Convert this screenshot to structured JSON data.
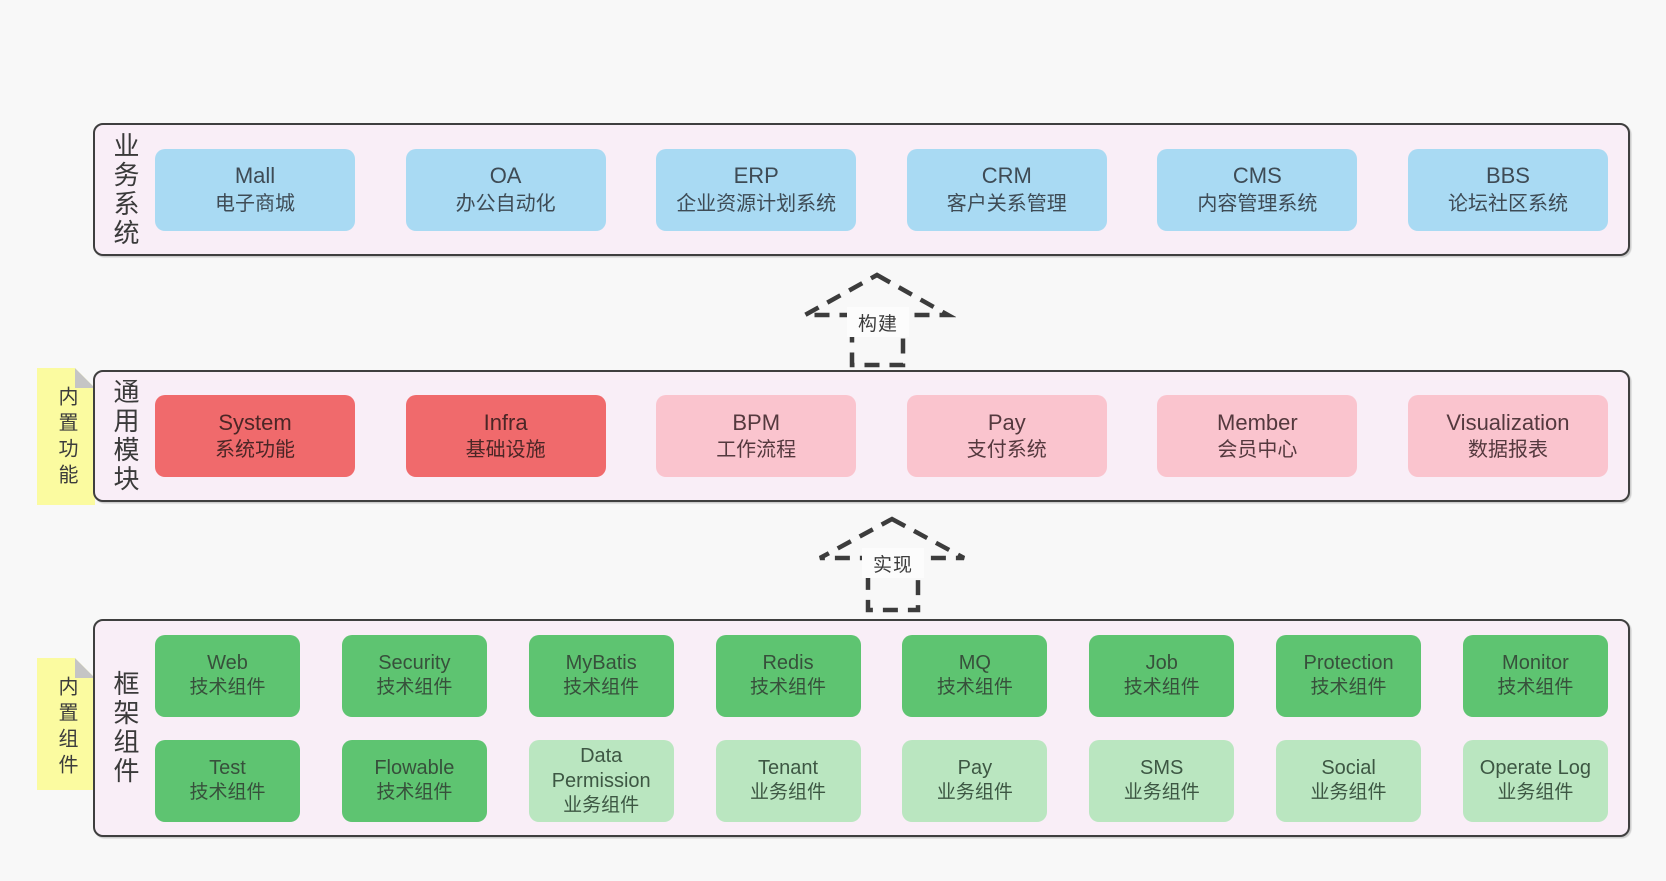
{
  "colors": {
    "page_bg": "#f8f8f8",
    "panel_bg": "#f9eef7",
    "panel_border": "#3f3f3f",
    "box_blue": "#a9daf3",
    "box_red": "#f06a6c",
    "box_pink": "#fac4ce",
    "box_green_dark": "#5ec471",
    "box_green_light": "#bae6c0",
    "tag_yellow": "#fbfba0",
    "fold_gray": "#c5c5c5",
    "arrow_stroke": "#3c3c3c"
  },
  "arrows": {
    "build": "构建",
    "implement": "实现"
  },
  "panels": {
    "business": {
      "label": "业务系统",
      "boxes": [
        {
          "name": "Mall",
          "desc": "电子商城"
        },
        {
          "name": "OA",
          "desc": "办公自动化"
        },
        {
          "name": "ERP",
          "desc": "企业资源计划系统"
        },
        {
          "name": "CRM",
          "desc": "客户关系管理"
        },
        {
          "name": "CMS",
          "desc": "内容管理系统"
        },
        {
          "name": "BBS",
          "desc": "论坛社区系统"
        }
      ]
    },
    "modules": {
      "label": "通用模块",
      "tag": "内置功能",
      "boxes": [
        {
          "name": "System",
          "desc": "系统功能"
        },
        {
          "name": "Infra",
          "desc": "基础设施"
        },
        {
          "name": "BPM",
          "desc": "工作流程"
        },
        {
          "name": "Pay",
          "desc": "支付系统"
        },
        {
          "name": "Member",
          "desc": "会员中心"
        },
        {
          "name": "Visualization",
          "desc": "数据报表"
        }
      ]
    },
    "components": {
      "label": "框架组件",
      "tag": "内置组件",
      "row1": [
        {
          "name": "Web",
          "desc": "技术组件"
        },
        {
          "name": "Security",
          "desc": "技术组件"
        },
        {
          "name": "MyBatis",
          "desc": "技术组件"
        },
        {
          "name": "Redis",
          "desc": "技术组件"
        },
        {
          "name": "MQ",
          "desc": "技术组件"
        },
        {
          "name": "Job",
          "desc": "技术组件"
        },
        {
          "name": "Protection",
          "desc": "技术组件"
        },
        {
          "name": "Monitor",
          "desc": "技术组件"
        }
      ],
      "row2": [
        {
          "name": "Test",
          "desc": "技术组件"
        },
        {
          "name": "Flowable",
          "desc": "技术组件"
        },
        {
          "name": "Data Permission",
          "desc": "业务组件"
        },
        {
          "name": "Tenant",
          "desc": "业务组件"
        },
        {
          "name": "Pay",
          "desc": "业务组件"
        },
        {
          "name": "SMS",
          "desc": "业务组件"
        },
        {
          "name": "Social",
          "desc": "业务组件"
        },
        {
          "name": "Operate Log",
          "desc": "业务组件"
        }
      ]
    }
  }
}
